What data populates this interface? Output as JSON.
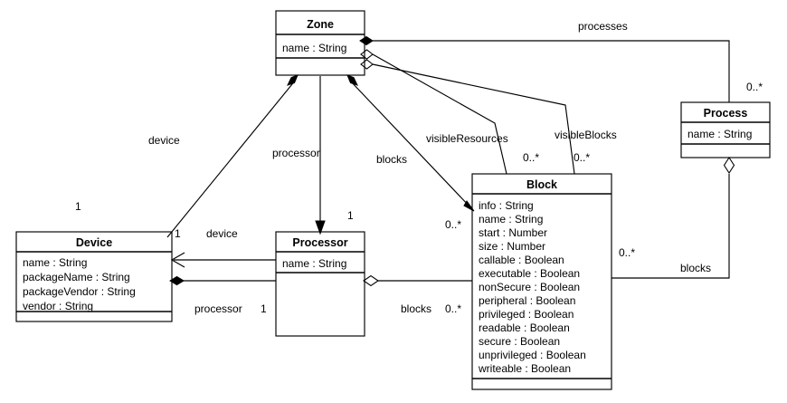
{
  "diagram": {
    "kind": "uml-class-diagram",
    "title": "",
    "background_color": "#ffffff",
    "class_fill_color": "#ffc800",
    "line_color": "#000000"
  },
  "classes": [
    {
      "id": "zone",
      "name": "Zone",
      "attributes": [
        "name : String"
      ]
    },
    {
      "id": "process",
      "name": "Process",
      "attributes": [
        "name : String"
      ]
    },
    {
      "id": "device",
      "name": "Device",
      "attributes": [
        "name : String",
        "packageName : String",
        "packageVendor : String",
        "vendor : String"
      ]
    },
    {
      "id": "processor",
      "name": "Processor",
      "attributes": [
        "name : String"
      ]
    },
    {
      "id": "block",
      "name": "Block",
      "attributes": [
        "info : String",
        "name : String",
        "start : Number",
        "size : Number",
        "callable : Boolean",
        "executable : Boolean",
        "nonSecure : Boolean",
        "peripheral : Boolean",
        "privileged : Boolean",
        "readable : Boolean",
        "secure : Boolean",
        "unprivileged : Boolean",
        "writeable : Boolean"
      ]
    }
  ],
  "relationships": [
    {
      "id": "zone-processes-process",
      "from": "zone",
      "to": "process",
      "role_label": "processes",
      "source_multiplicity": "",
      "target_multiplicity": "0..*",
      "source_end": "filled-diamond",
      "target_end": "none"
    },
    {
      "id": "zone-visibleresources-block",
      "from": "zone",
      "to": "block",
      "role_label": "visibleResources",
      "source_multiplicity": "",
      "target_multiplicity": "0..*",
      "source_end": "hollow-diamond",
      "target_end": "none"
    },
    {
      "id": "zone-visibleblocks-block",
      "from": "zone",
      "to": "block",
      "role_label": "visibleBlocks",
      "source_multiplicity": "",
      "target_multiplicity": "0..*",
      "source_end": "hollow-diamond",
      "target_end": "none"
    },
    {
      "id": "zone-device-device",
      "from": "zone",
      "to": "device",
      "role_label": "device",
      "source_multiplicity": "",
      "target_multiplicity": "1",
      "source_end": "filled-diamond",
      "target_end": "none"
    },
    {
      "id": "zone-processor-processor",
      "from": "zone",
      "to": "processor",
      "role_label": "processor",
      "source_multiplicity": "",
      "target_multiplicity": "1",
      "source_end": "none",
      "target_end": "open-arrow"
    },
    {
      "id": "zone-blocks-block",
      "from": "zone",
      "to": "block",
      "role_label": "blocks",
      "source_multiplicity": "",
      "target_multiplicity": "0..*",
      "source_end": "filled-diamond",
      "target_end": "open-arrow"
    },
    {
      "id": "processor-device-device",
      "from": "processor",
      "to": "device",
      "role_label": "device",
      "source_multiplicity": "1",
      "target_multiplicity": "",
      "source_end": "none",
      "target_end": "open-arrow"
    },
    {
      "id": "device-processor-processor",
      "from": "device",
      "to": "processor",
      "role_label": "processor",
      "source_multiplicity": "1",
      "target_multiplicity": "",
      "source_end": "filled-diamond",
      "target_end": "none"
    },
    {
      "id": "processor-blocks-block",
      "from": "processor",
      "to": "block",
      "role_label": "blocks",
      "source_multiplicity": "0..*",
      "target_multiplicity": "",
      "source_end": "hollow-diamond",
      "target_end": "none"
    },
    {
      "id": "process-blocks-block",
      "from": "process",
      "to": "block",
      "role_label": "blocks",
      "source_multiplicity": "0..*",
      "target_multiplicity": "",
      "source_end": "hollow-diamond",
      "target_end": "none"
    }
  ],
  "labels": {
    "processes": "processes",
    "visible_resources": "visibleResources",
    "visible_blocks": "visibleBlocks",
    "device_from_zone": "device",
    "processor_from_zone": "processor",
    "blocks_from_zone": "blocks",
    "device_from_processor": "device",
    "processor_from_device": "processor",
    "blocks_from_processor": "blocks",
    "blocks_from_process": "blocks"
  },
  "multiplicities": {
    "process_top": "0..*",
    "visible_resources": "0..*",
    "visible_blocks": "0..*",
    "device_left": "1",
    "processor_top": "1",
    "blocks_zone": "0..*",
    "device_right": "1",
    "processor_device_row": "1",
    "processor_blocks": "0..*",
    "block_process_right": "0..*"
  }
}
